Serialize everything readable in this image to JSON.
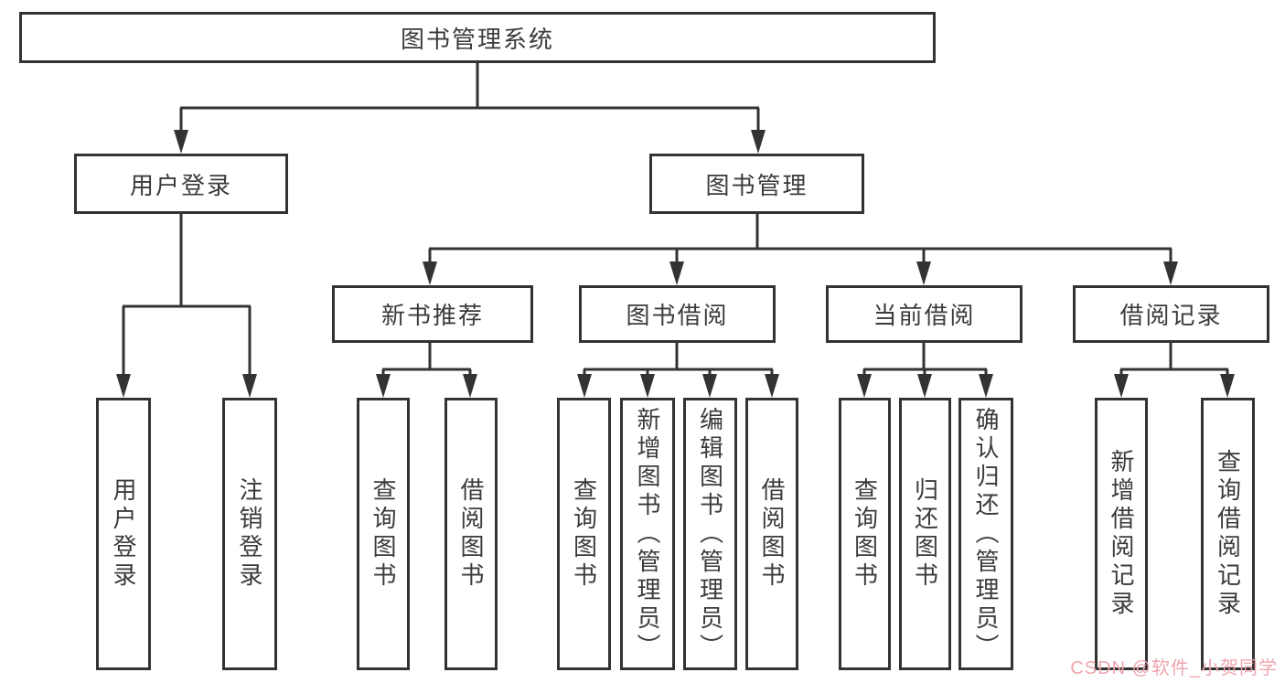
{
  "diagram": {
    "root": {
      "label": "图书管理系统"
    },
    "branches": [
      {
        "label": "用户登录",
        "children": [
          {
            "label": "用户登录"
          },
          {
            "label": "注销登录"
          }
        ]
      },
      {
        "label": "图书管理",
        "sections": [
          {
            "label": "新书推荐",
            "children": [
              {
                "label": "查询图书"
              },
              {
                "label": "借阅图书"
              }
            ]
          },
          {
            "label": "图书借阅",
            "children": [
              {
                "label": "查询图书"
              },
              {
                "label": "新增图书（管理员）"
              },
              {
                "label": "编辑图书（管理员）"
              },
              {
                "label": "借阅图书"
              }
            ]
          },
          {
            "label": "当前借阅",
            "children": [
              {
                "label": "查询图书"
              },
              {
                "label": "归还图书"
              },
              {
                "label": "确认归还（管理员）"
              }
            ]
          },
          {
            "label": "借阅记录",
            "children": [
              {
                "label": "新增借阅记录"
              },
              {
                "label": "查询借阅记录"
              }
            ]
          }
        ]
      }
    ]
  },
  "watermark": {
    "text": "CSDN @软件_小贺同学"
  },
  "colors": {
    "line": "#333333",
    "text": "#3b3b3b",
    "box_fill": "#ffffff",
    "watermark": "#f0a6b0"
  }
}
